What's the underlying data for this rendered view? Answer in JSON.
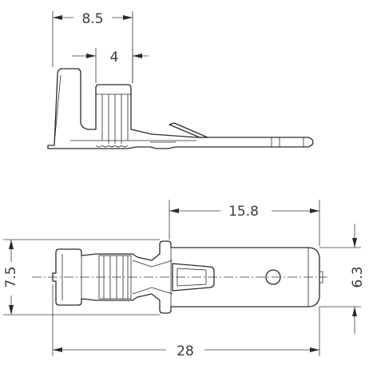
{
  "drawing": {
    "dimensions": {
      "side_total_width": "8.5",
      "side_crimp_width": "4",
      "tab_length": "15.8",
      "overall_height": "7.5",
      "tab_width": "6.3",
      "overall_length": "28"
    }
  }
}
